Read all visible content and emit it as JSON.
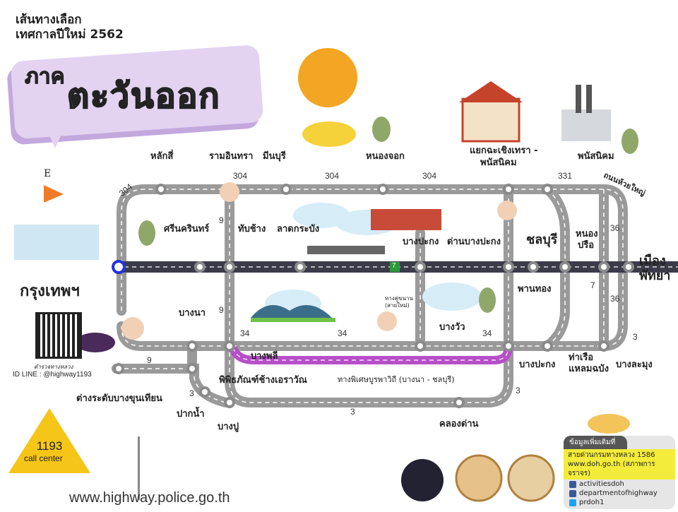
{
  "header": {
    "subtitle_line1": "เส้นทางเลือก",
    "subtitle_line2": "เทศกาลปีใหม่ 2562",
    "title_prefix": "ภาค",
    "title_main": "ตะวันออก"
  },
  "compass": "E",
  "labels": [
    "หลักสี่",
    "รามอินทรา",
    "มีนบุรี",
    "หนองจอก",
    "แยกฉะเชิงเทรา -",
    "พนัสนิคม",
    "พนัสนิคม",
    "ถนนห้วยใหญ่",
    "ศรีนครินทร์",
    "ทับช้าง",
    "ลาดกระบัง",
    "บางปะกง",
    "ด่านบางปะกง",
    "ชลบุรี",
    "หนอง",
    "ปรือ",
    "เมือง",
    "พัทยา",
    "พานทอง",
    "กรุงเทพฯ",
    "บางนา",
    "บางวัว",
    "บางพลี",
    "บางปะกง",
    "ท่าเรือ",
    "แหลมฉบัง",
    "บางละมุง",
    "พิพิธภัณฑ์ช้างเอราวัณ",
    "ต่างระดับบางขุนเทียน",
    "ปากน้ำ",
    "บางปู",
    "คลองด่าน",
    "ทางพิเศษบูรพาวิถี (บางนา - ชลบุรี)",
    "ทางคู่ขนาน",
    "(สายใหม่)"
  ],
  "routes": [
    "304",
    "304",
    "304",
    "304",
    "331",
    "9",
    "9",
    "9",
    "34",
    "34",
    "34",
    "36",
    "36",
    "7",
    "3",
    "3",
    "3",
    "3"
  ],
  "motorway_sign": "7",
  "contact": {
    "police_name": "ตำรวจทางหลวง",
    "line_id": "ID LINE : @highway1193",
    "call_number": "1193",
    "call_label": "call center",
    "website": "www.highway.police.go.th"
  },
  "info_box": {
    "header": "ข้อมูลเพิ่มเติมที่",
    "hotline": "สายด่วนกรมทางหลวง 1586",
    "site": "www.doh.go.th (สภาพการจราจร)",
    "facebook1": "activitiesdoh",
    "facebook2": "departmentofhighway",
    "twitter": "prdoh1"
  },
  "colors": {
    "road": "#9a9a9a",
    "main_road": "#3b3b4a",
    "expressway": "#b64fc8",
    "banner": "#e3d3f1",
    "sign": "#f5c518",
    "hotline": "#f3ec3a"
  }
}
